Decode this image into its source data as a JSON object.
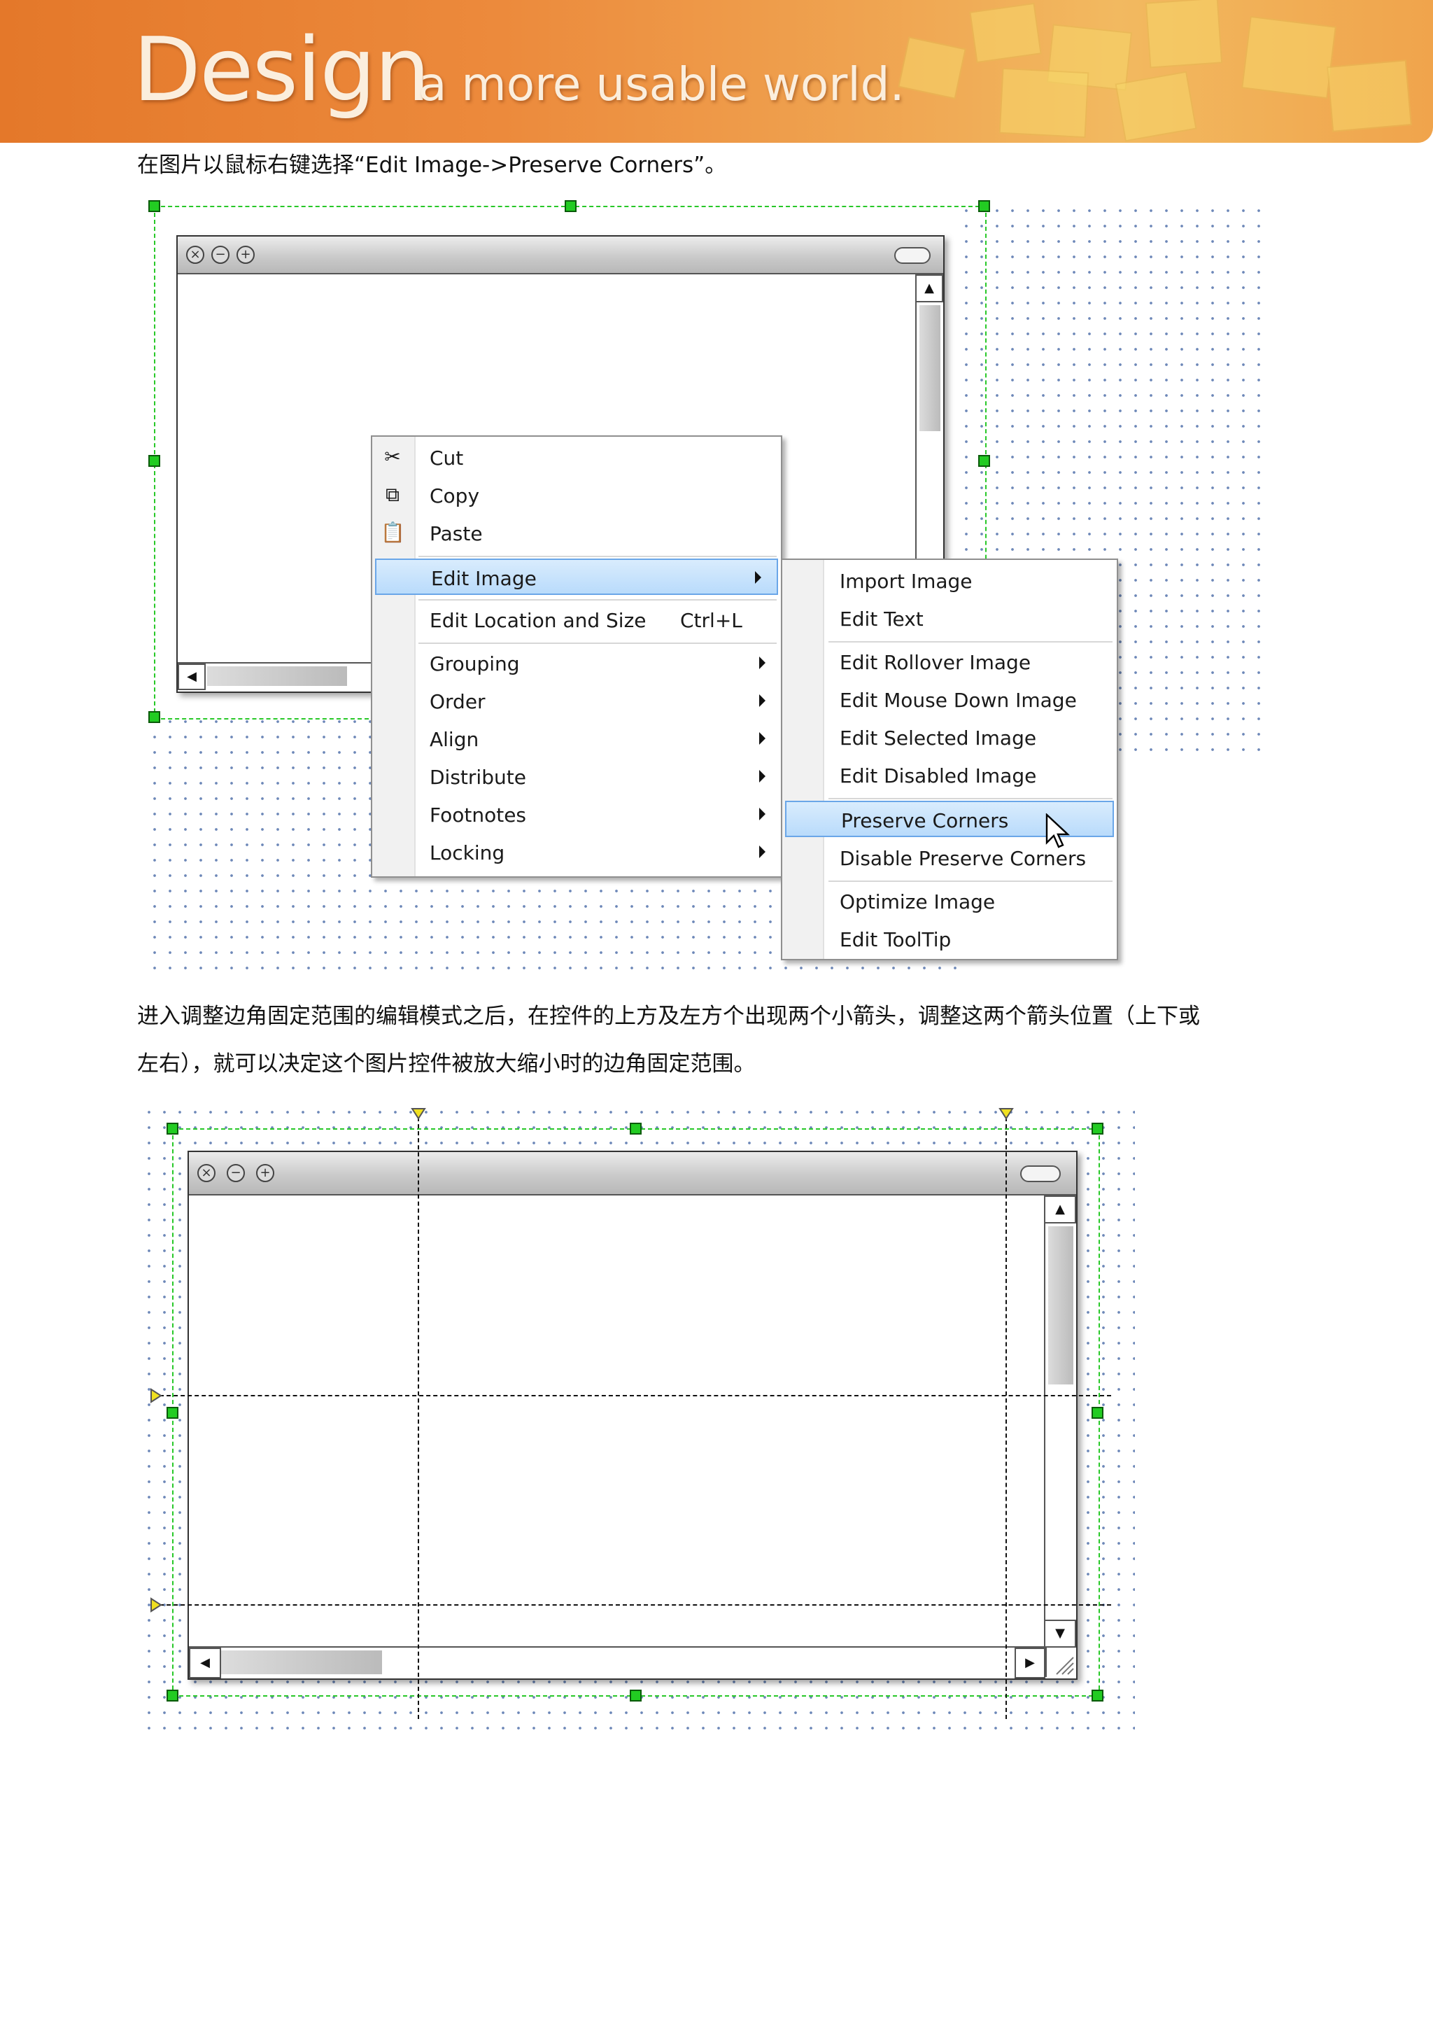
{
  "header": {
    "brand": "Design",
    "tagline": "a more usable world."
  },
  "instructions": {
    "step1": "在图片以鼠标右键选择“Edit Image->Preserve Corners”。",
    "step2_line1": "进入调整边角固定范围的编辑模式之后，在控件的上方及左方个出现两个小箭头，调整这两个箭头位置（上下或",
    "step2_line2": "左右），就可以决定这个图片控件被放大缩小时的边角固定范围。"
  },
  "context_menu": {
    "items": [
      {
        "label": "Cut",
        "icon": "scissors-icon"
      },
      {
        "label": "Copy",
        "icon": "copy-icon"
      },
      {
        "label": "Paste",
        "icon": "paste-icon"
      },
      {
        "label": "Edit Image",
        "has_submenu": true,
        "highlighted": true
      },
      {
        "label": "Edit Location and Size",
        "shortcut": "Ctrl+L"
      },
      {
        "label": "Grouping",
        "has_submenu": true
      },
      {
        "label": "Order",
        "has_submenu": true
      },
      {
        "label": "Align",
        "has_submenu": true
      },
      {
        "label": "Distribute",
        "has_submenu": true
      },
      {
        "label": "Footnotes",
        "has_submenu": true
      },
      {
        "label": "Locking",
        "has_submenu": true
      }
    ]
  },
  "submenu": {
    "items": [
      {
        "label": "Import Image"
      },
      {
        "label": "Edit Text"
      },
      {
        "label": "Edit Rollover Image"
      },
      {
        "label": "Edit Mouse Down Image"
      },
      {
        "label": "Edit Selected Image"
      },
      {
        "label": "Edit Disabled Image"
      },
      {
        "label": "Preserve Corners",
        "highlighted": true
      },
      {
        "label": "Disable Preserve Corners"
      },
      {
        "label": "Optimize Image"
      },
      {
        "label": "Edit ToolTip"
      }
    ]
  },
  "window_controls": {
    "close": "×",
    "minimize": "−",
    "zoom": "+"
  },
  "colors": {
    "selection": "#28c828",
    "highlight": "#b9dbfb",
    "banner": "#e4782a",
    "guide_marker": "#f0e020"
  }
}
